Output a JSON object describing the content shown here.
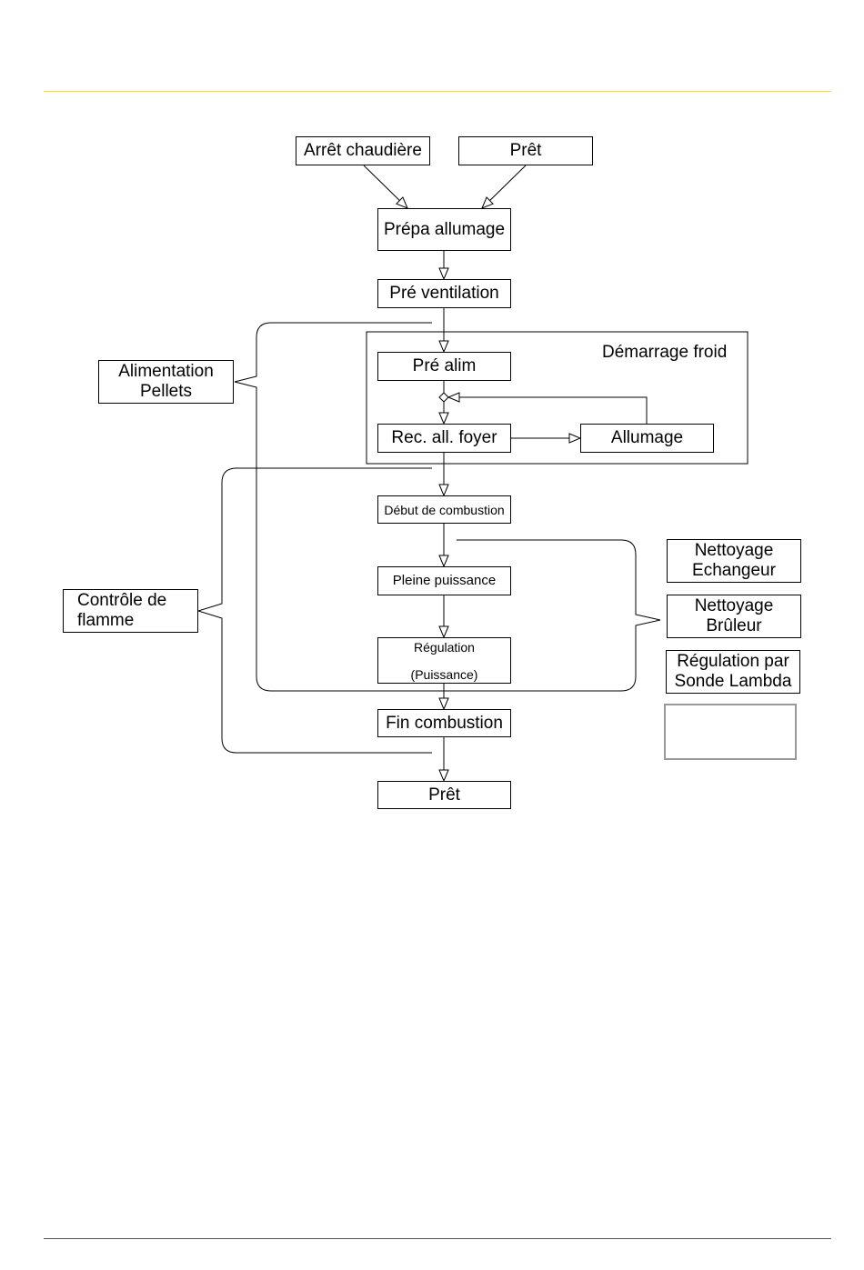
{
  "diagram": {
    "boxes": {
      "arret_chaudiere": "Arrêt chaudière",
      "pret_top": "Prêt",
      "prepa_allumage": "Prépa allumage",
      "pre_ventilation": "Pré ventilation",
      "pre_alim": "Pré alim",
      "rec_all_foyer": "Rec. all. foyer",
      "allumage": "Allumage",
      "debut_combustion": "Début de combustion",
      "pleine_puissance": "Pleine puissance",
      "regulation": "Régulation\n(Puissance)",
      "fin_combustion": "Fin combustion",
      "pret_bottom": "Prêt"
    },
    "groups": {
      "demarrage_froid": "Démarrage froid",
      "alimentation_pellets": "Alimentation\nPellets",
      "controle_flamme": "Contrôle de\nflamme",
      "nettoyage_echangeur": "Nettoyage\nEchangeur",
      "nettoyage_bruleur": "Nettoyage\nBrûleur",
      "regulation_lambda": "Régulation par\nSonde Lambda",
      "empty_box": ""
    }
  },
  "colors": {
    "accent_rule": "#e8d96a",
    "bottom_rule": "#555555",
    "empty_box_border": "#999999"
  }
}
